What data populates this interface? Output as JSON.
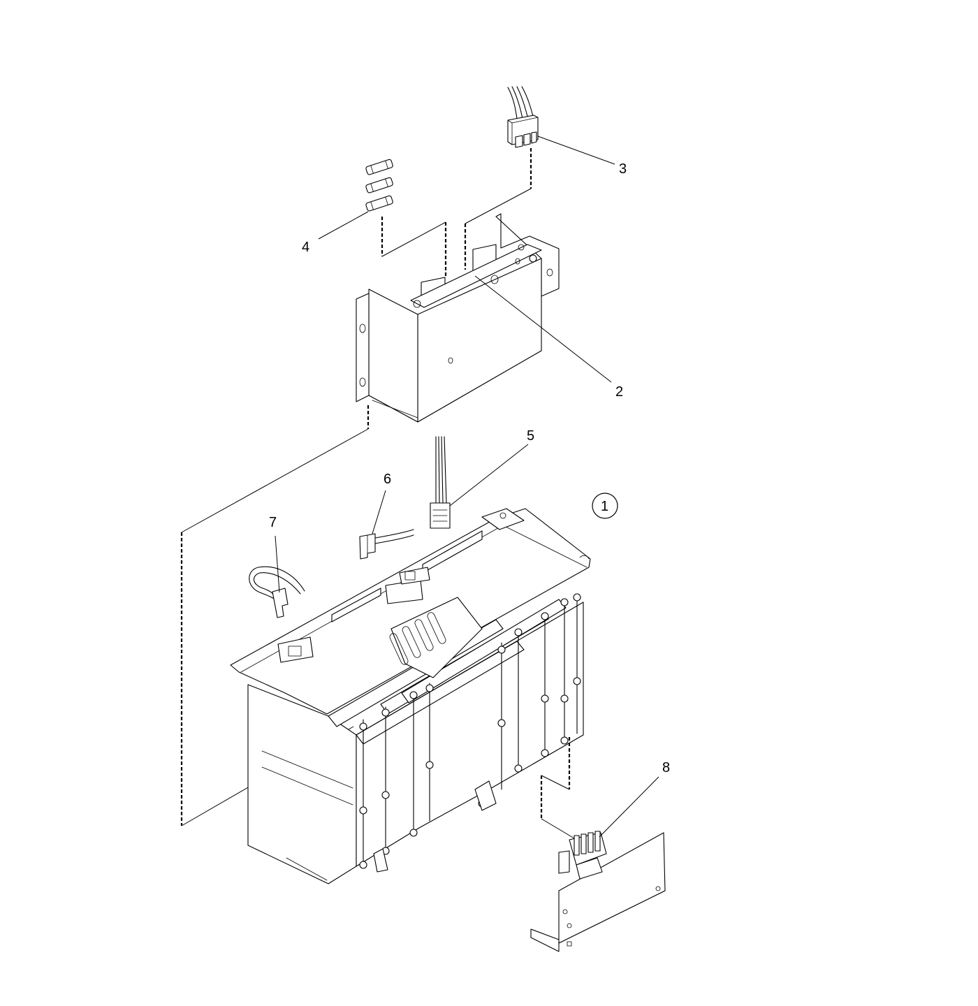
{
  "figure": {
    "callouts": {
      "item1": "1",
      "item2": "2",
      "item3": "3",
      "item4": "4",
      "item5": "5",
      "item6": "6",
      "item7": "7",
      "item8": "8"
    }
  }
}
